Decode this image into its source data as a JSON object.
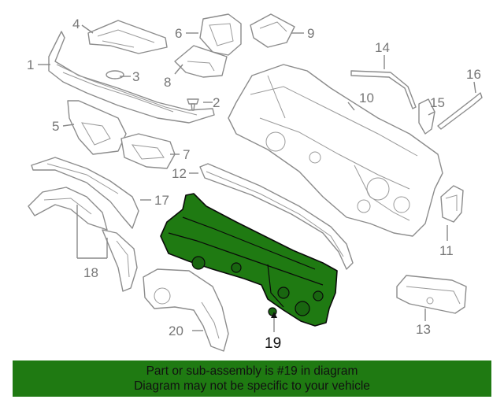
{
  "callouts": [
    {
      "id": "1",
      "text": "1"
    },
    {
      "id": "2",
      "text": "2"
    },
    {
      "id": "3",
      "text": "3"
    },
    {
      "id": "4",
      "text": "4"
    },
    {
      "id": "5",
      "text": "5"
    },
    {
      "id": "6",
      "text": "6"
    },
    {
      "id": "7",
      "text": "7"
    },
    {
      "id": "8",
      "text": "8"
    },
    {
      "id": "9",
      "text": "9"
    },
    {
      "id": "10",
      "text": "10"
    },
    {
      "id": "11",
      "text": "11"
    },
    {
      "id": "12",
      "text": "12"
    },
    {
      "id": "13",
      "text": "13"
    },
    {
      "id": "14",
      "text": "14"
    },
    {
      "id": "15",
      "text": "15"
    },
    {
      "id": "16",
      "text": "16"
    },
    {
      "id": "17",
      "text": "17"
    },
    {
      "id": "18",
      "text": "18"
    },
    {
      "id": "19",
      "text": "19"
    },
    {
      "id": "20",
      "text": "20"
    }
  ],
  "highlight": {
    "part": "19",
    "color": "#1f7a12"
  },
  "banner": {
    "line1": "Part or sub-assembly is #19 in diagram",
    "line2": "Diagram may not be specific to your vehicle"
  }
}
